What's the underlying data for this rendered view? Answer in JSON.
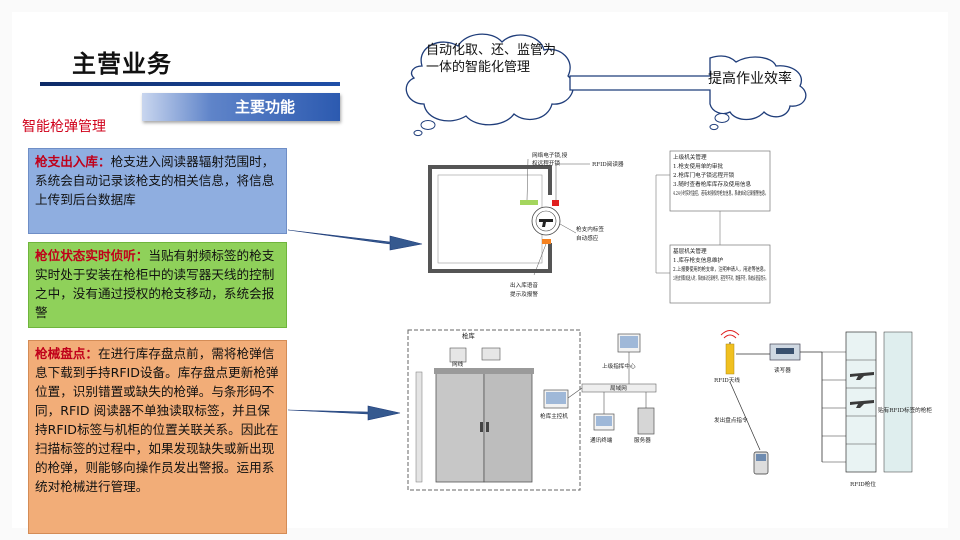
{
  "header": {
    "title": "主营业务",
    "function_bar": "主要功能",
    "section_label": "智能枪弹管理"
  },
  "callouts": {
    "cloud_text": "自动化取、还、监管为一体的智能化管理",
    "arrow_text": "提高作业效率"
  },
  "features": [
    {
      "heading": "枪支出入库：",
      "body": "枪支进入阅读器辐射范围时，系统会自动记录该枪支的相关信息，将信息上传到后台数据库"
    },
    {
      "heading": "枪位状态实时侦听：",
      "body": "当贴有射频标签的枪支实时处于安装在枪柜中的读写器天线的控制之中，没有通过授权的枪支移动，系统会报警"
    },
    {
      "heading": "枪械盘点：",
      "body": "在进行库存盘点前，需将枪弹信息下载到手持RFID设备。库存盘点更新枪弹位置，识别错置或缺失的枪弹。与条形码不同，RFID 阅读器不单独读取标签，并且保持RFID标签与机柜的位置关联关系。因此在扫描标签的过程中，如果发现缺失或新出现的枪弹，则能够向操作员发出警报。运用系统对枪械进行管理。"
    }
  ],
  "diagram_top": {
    "lock_label_1": "网络电子锁,授",
    "lock_label_2": "权远程开锁",
    "rfid_reader": "RFID阅读器",
    "tag_label_1": "枪支内标签",
    "tag_label_2": "自动感应",
    "voice_label_1": "出入库语音",
    "voice_label_2": "提示及报警",
    "upper_title": "上级机关管理",
    "upper_items": [
      "1.枪支使用单的审批",
      "2.枪库门电子锁远程开锁",
      "3.随时查看枪库库存及使用信息",
      "4.24小时实时监控，若有未授权的枪支信息，系统自动记录报警信息。"
    ],
    "lower_title": "基层机关管理",
    "lower_items": [
      "1.库存枪支信息维护",
      "2.上报要使用的枪支单，注明申请人，用途等信息。",
      "3.枪支领取或送入时，系统自动记录枪号，若型号不对，数量不符，系统会语音提示。"
    ]
  },
  "diagram_bl": {
    "room": "枪库",
    "network": "网线",
    "lan": "局域网",
    "center": "上级指挥中心",
    "local_pc": "枪库主控机",
    "client": "通讯终端",
    "server": "服务器"
  },
  "diagram_br": {
    "antenna": "RFID天线",
    "reader": "读写器",
    "cabinet_label": "贴有RFID标签的枪柜",
    "inventory_cmd": "发出盘点指令",
    "handheld": "RFID枪位"
  }
}
